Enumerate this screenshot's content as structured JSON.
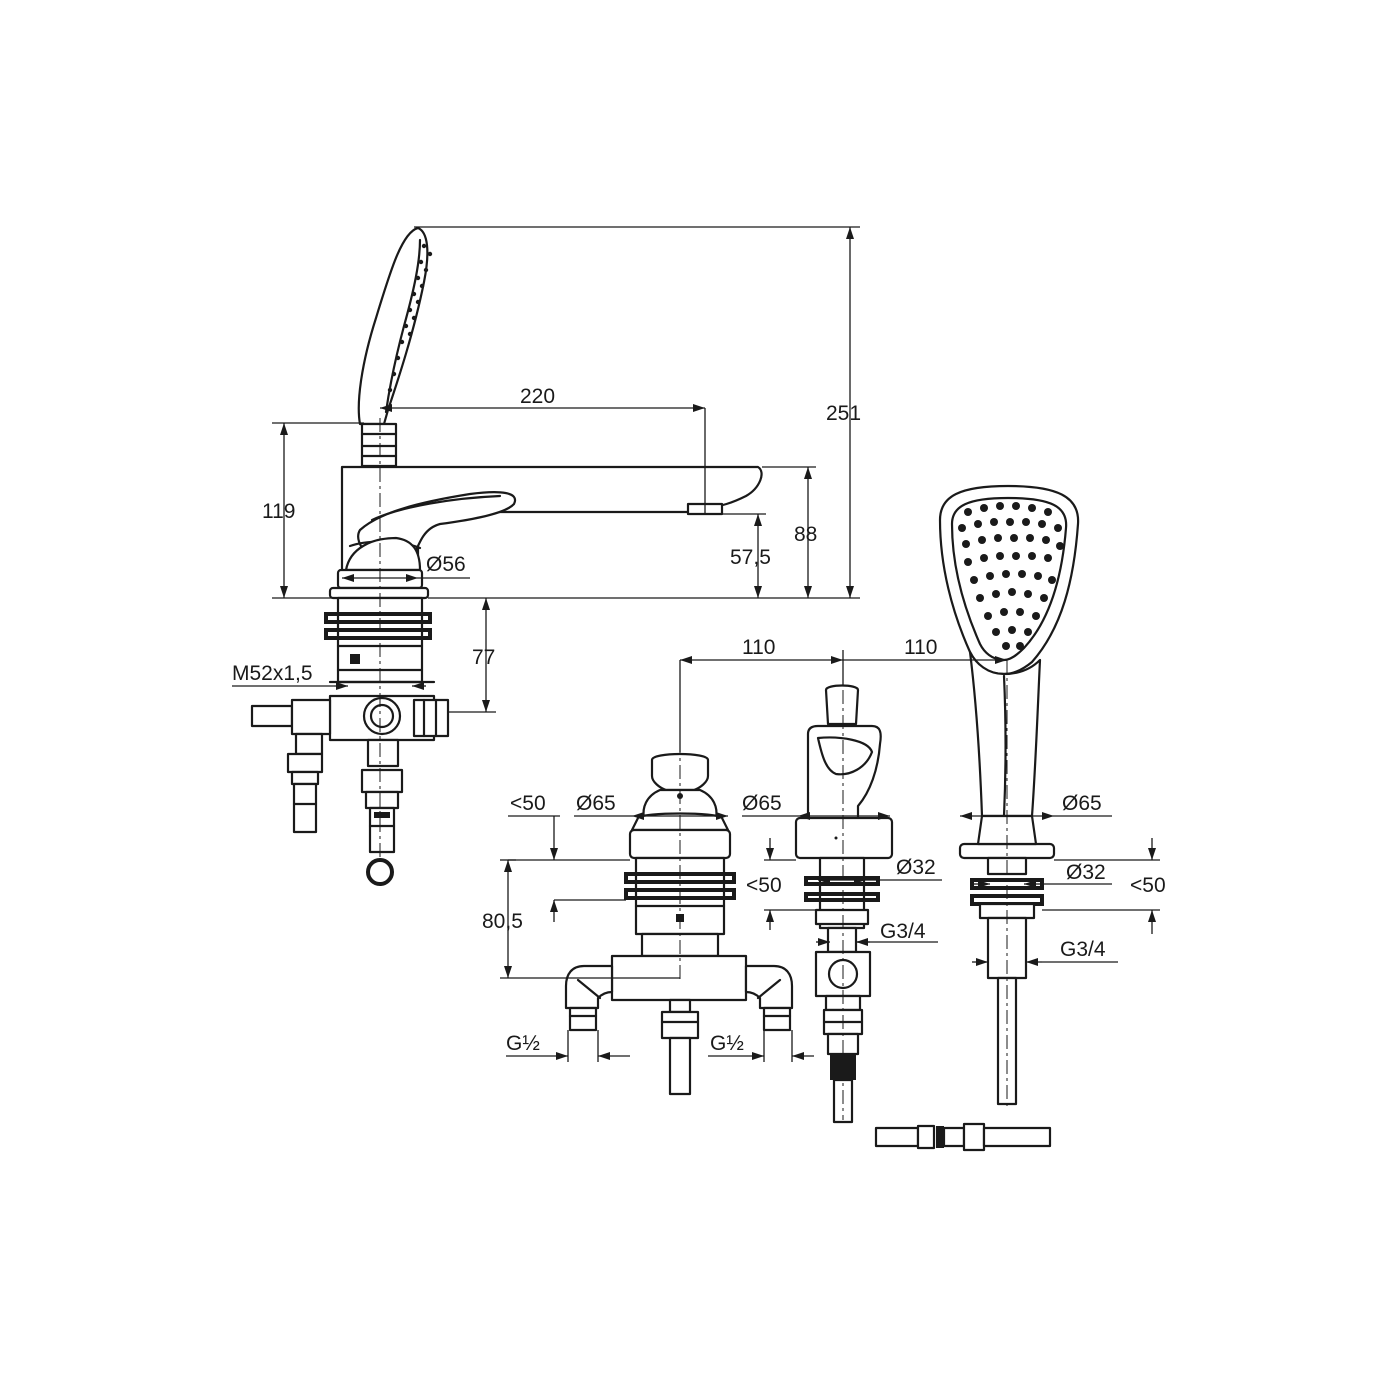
{
  "dimensions": {
    "spout_reach": "220",
    "total_height": "251",
    "body_height": "119",
    "spout_height": "88",
    "outlet_height": "57,5",
    "base_diameter": "Ø56",
    "connection_height": "77",
    "mount_thread": "M52x1,5",
    "spacing_left": "110",
    "spacing_right": "110",
    "valve_deck_max": "<50",
    "valve_rosette": "Ø65",
    "valve_depth": "80,5",
    "diverter_rosette": "Ø65",
    "diverter_deck_max": "<50",
    "diverter_shank": "Ø32",
    "diverter_thread": "G3/4",
    "shower_rosette": "Ø65",
    "shower_shank": "Ø32",
    "shower_deck_max": "<50",
    "shower_thread": "G3/4",
    "inlet_left": "G½",
    "inlet_right": "G½"
  }
}
